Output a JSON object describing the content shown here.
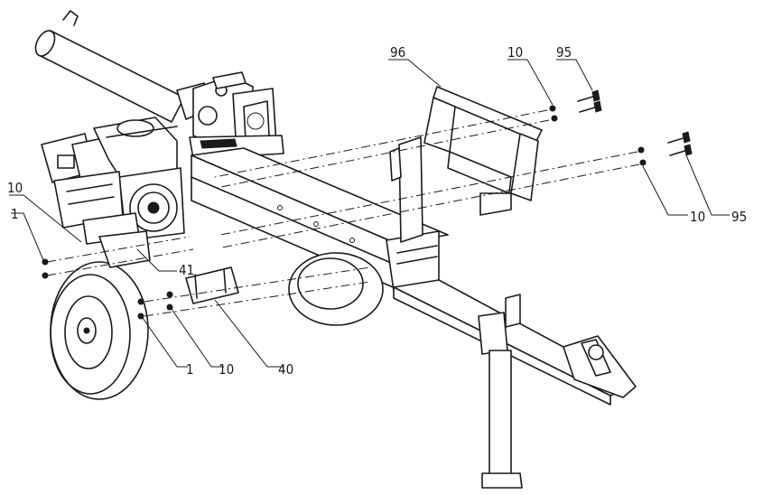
{
  "callouts": {
    "c96": "96",
    "c10_top": "10",
    "c95_top": "95",
    "c10_right": "10",
    "c95_right": "95",
    "c10_left": "10",
    "c1_left": "1",
    "c41": "41",
    "c1_bottom": "1",
    "c10_bottom": "10",
    "c40": "40"
  }
}
